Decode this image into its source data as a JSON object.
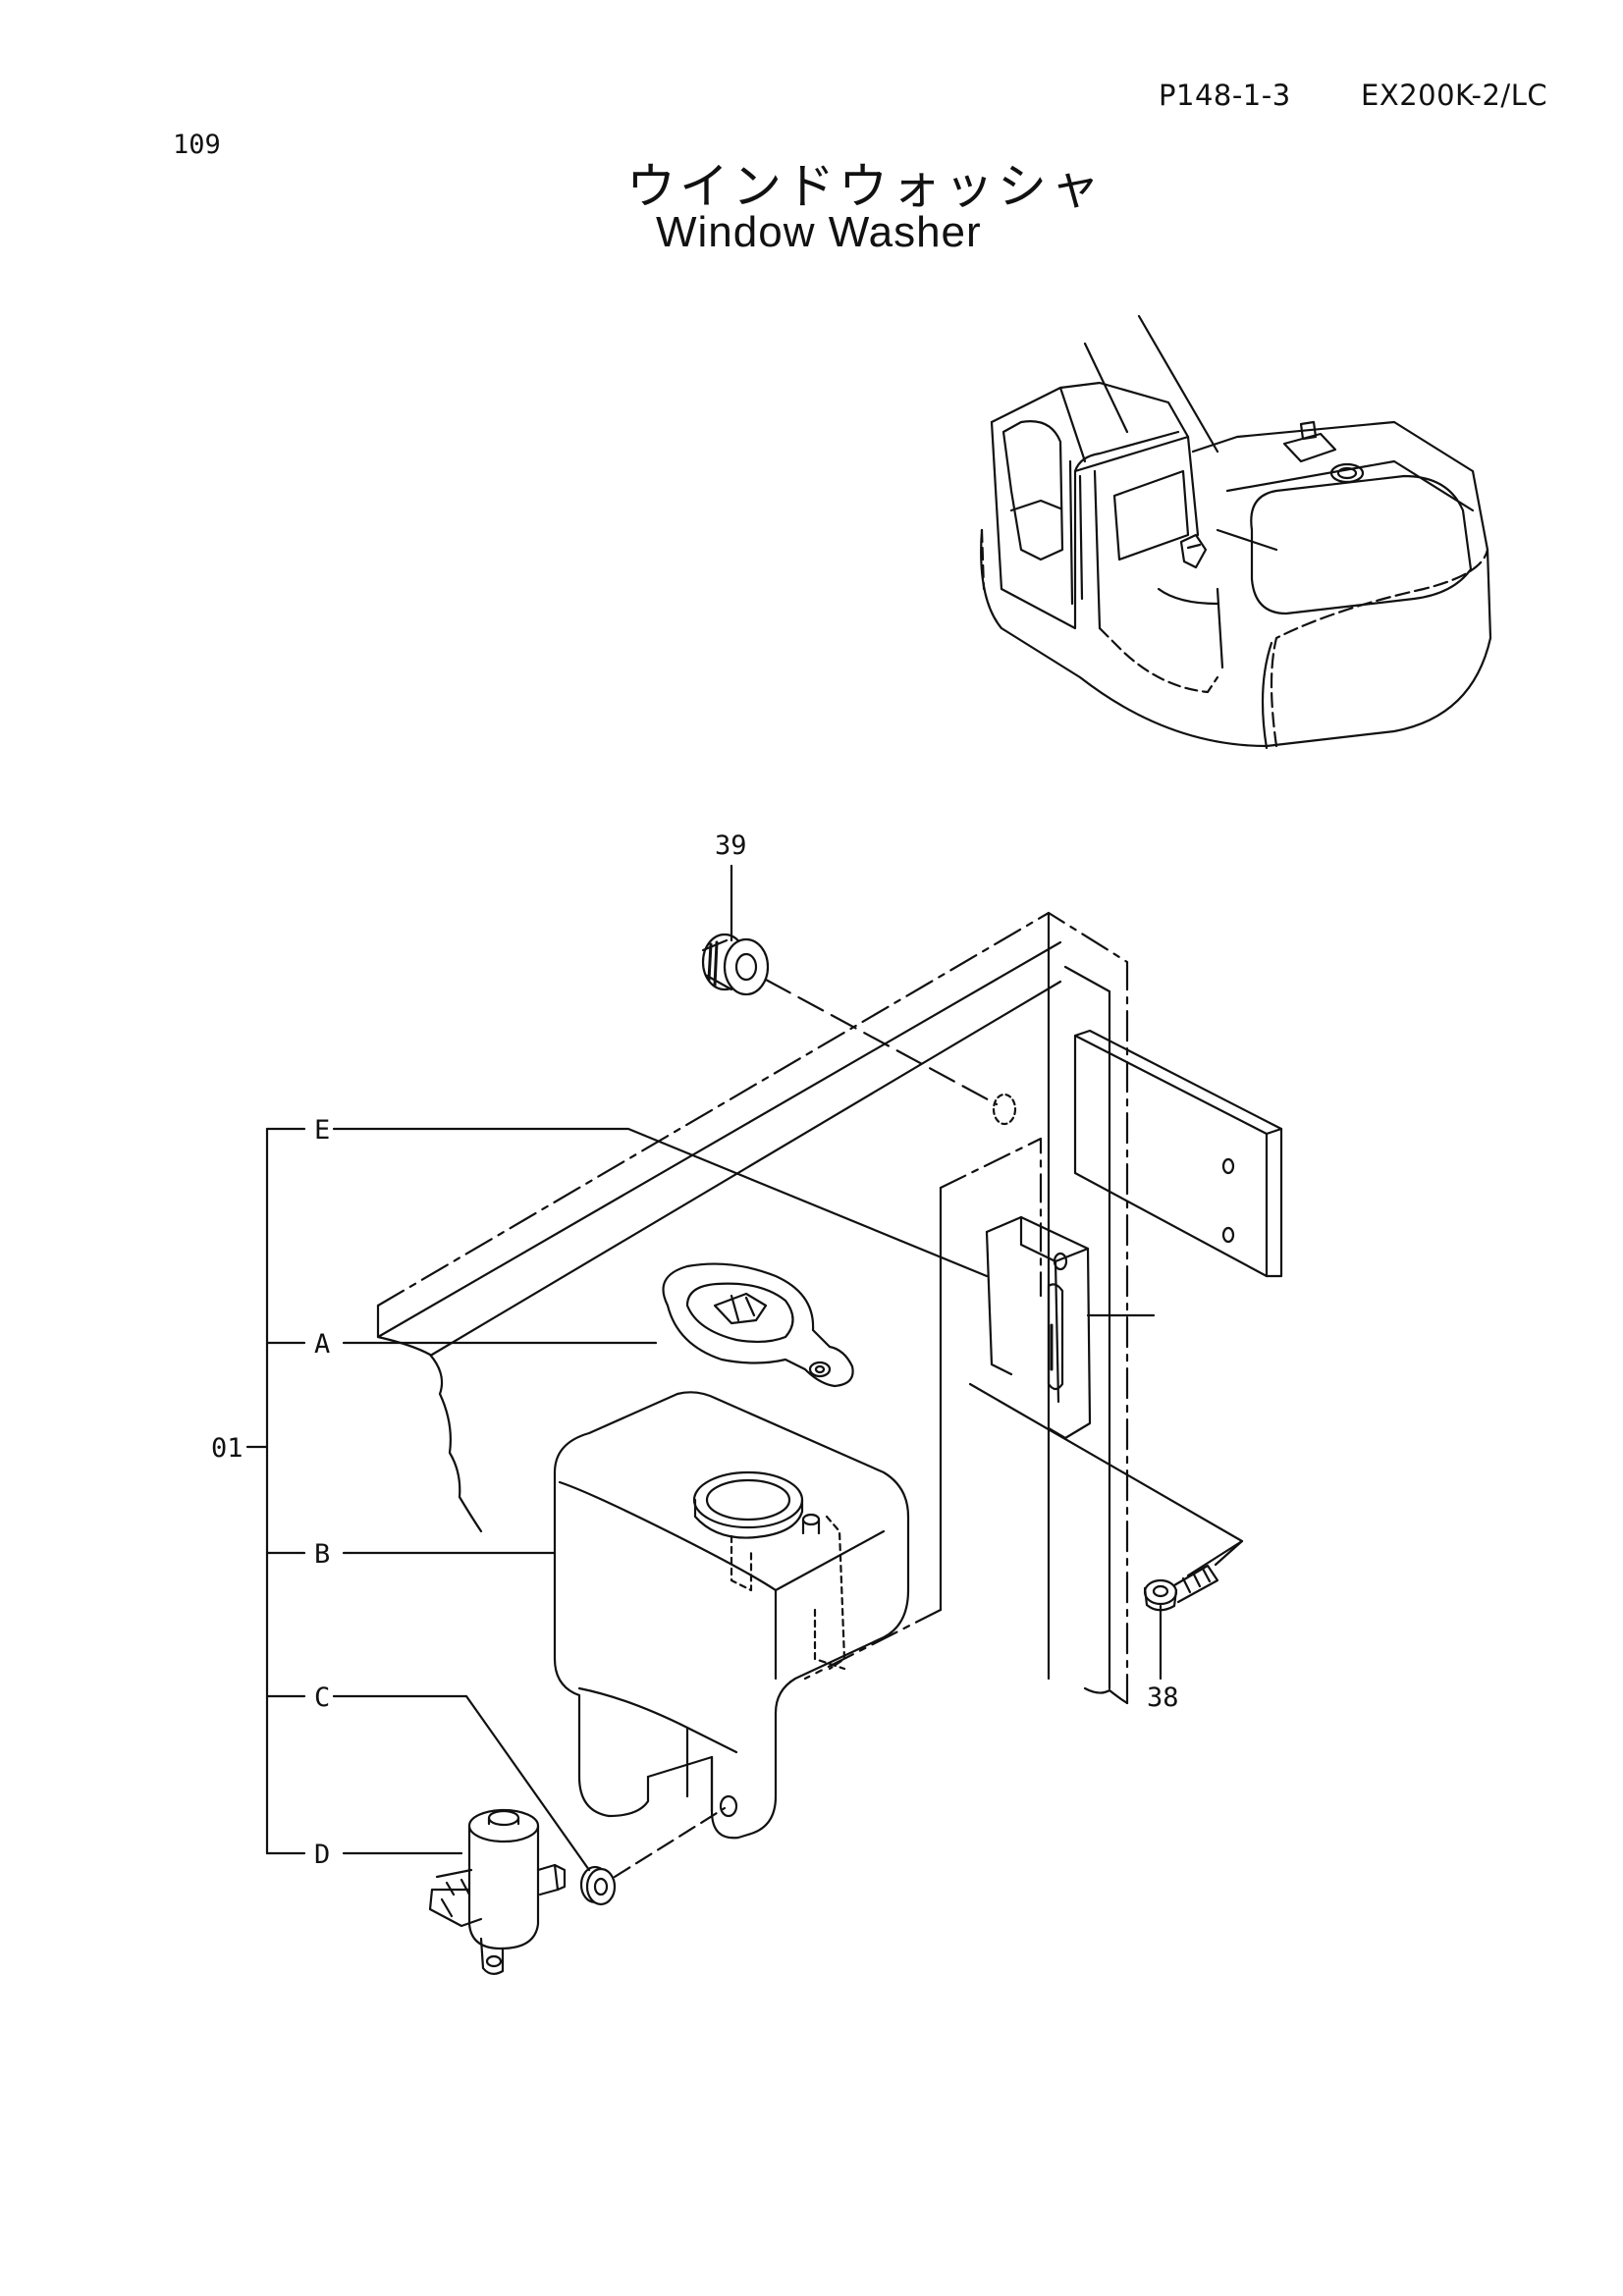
{
  "header": {
    "page_code": "P148-1-3",
    "model": "EX200K-2/LC",
    "page_number": "109"
  },
  "title": {
    "japanese": "ウインドウォッシャ",
    "english": "Window Washer"
  },
  "callouts": {
    "group": "01",
    "bushing": "39",
    "bolt": "38",
    "a": "A",
    "b": "B",
    "c": "C",
    "d": "D",
    "e": "E"
  }
}
